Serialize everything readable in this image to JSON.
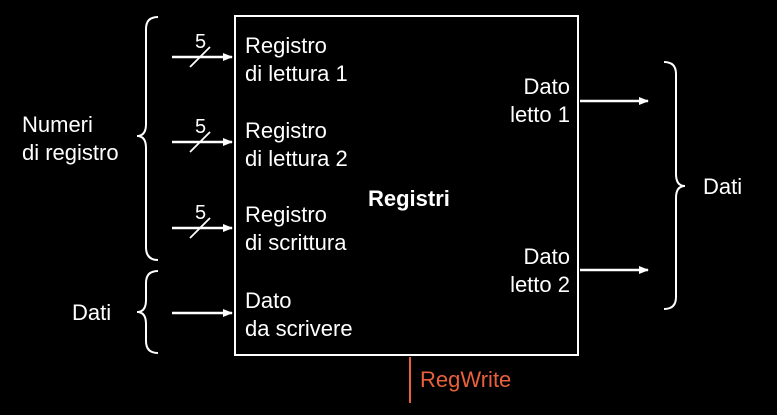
{
  "block": {
    "title": "Registri",
    "inputs": [
      {
        "line1": "Registro",
        "line2": "di lettura 1",
        "bits": "5"
      },
      {
        "line1": "Registro",
        "line2": "di lettura 2",
        "bits": "5"
      },
      {
        "line1": "Registro",
        "line2": "di scrittura",
        "bits": "5"
      },
      {
        "line1": "Dato",
        "line2": "da scrivere"
      }
    ],
    "outputs": [
      {
        "line1": "Dato",
        "line2": "letto 1"
      },
      {
        "line1": "Dato",
        "line2": "letto 2"
      }
    ],
    "control": "RegWrite"
  },
  "groups": {
    "left_top_line1": "Numeri",
    "left_top_line2": "di registro",
    "left_bottom": "Dati",
    "right": "Dati"
  },
  "colors": {
    "background": "#000000",
    "stroke": "#ffffff",
    "control": "#e8603c"
  }
}
